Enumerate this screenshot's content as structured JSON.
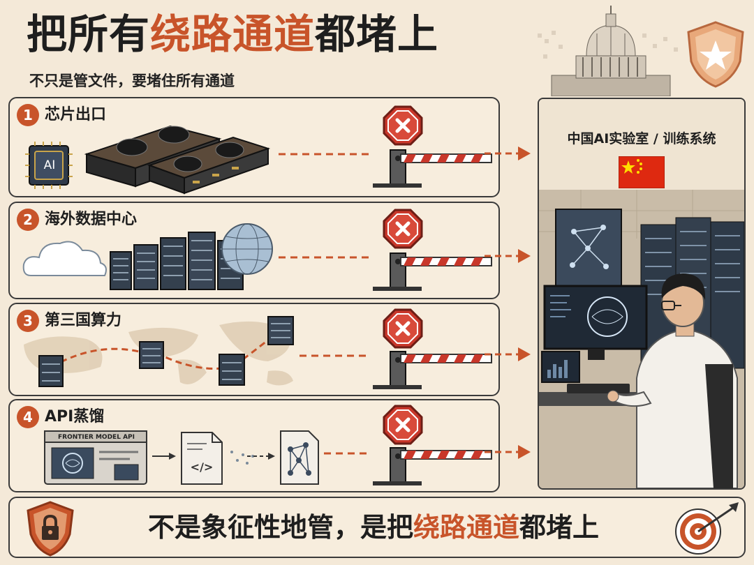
{
  "header": {
    "title_part1": "把所有",
    "title_accent": "绕路通道",
    "title_part2": "都堵上",
    "subtitle": "不只是管文件，要堵住所有通道"
  },
  "channels": [
    {
      "number": "1",
      "label": "芯片出口",
      "chip_text": "AI"
    },
    {
      "number": "2",
      "label": "海外数据中心"
    },
    {
      "number": "3",
      "label": "第三国算力"
    },
    {
      "number": "4",
      "label": "API蒸馏",
      "api_card_text": "FRONTIER MODEL API",
      "code_text": "</>"
    }
  ],
  "destination": {
    "title": "中国AI实验室 / 训练系统"
  },
  "footer": {
    "slogan_part1": "不是象征性地管，是把",
    "slogan_accent": "绕路通道",
    "slogan_part2": "都堵上"
  },
  "colors": {
    "accent": "#c8542a",
    "background": "#f4e9d8",
    "stop_sign": "#c8372a"
  },
  "icons": [
    "capitol-icon",
    "star-shield-icon",
    "chip-icon",
    "gpu-icon",
    "cloud-icon",
    "server-icon",
    "globe-icon",
    "world-map-icon",
    "code-file-icon",
    "network-icon",
    "stop-sign-icon",
    "barrier-gate-icon",
    "china-flag-icon",
    "researcher-icon",
    "lock-shield-icon",
    "target-icon"
  ]
}
